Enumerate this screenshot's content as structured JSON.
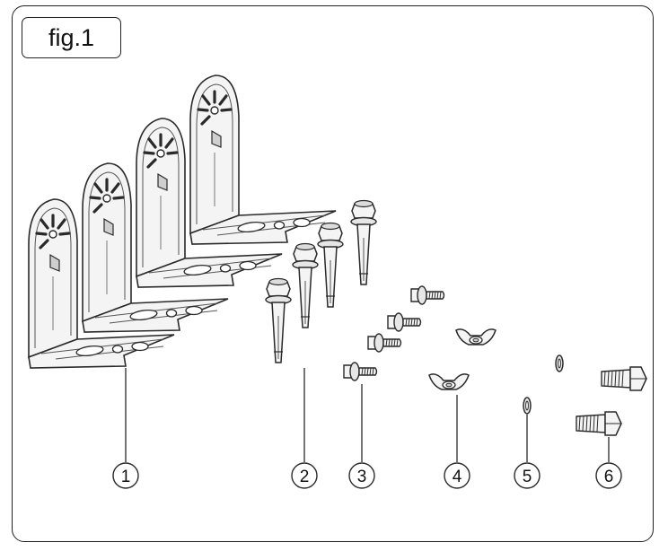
{
  "figure": {
    "label": "fig.1"
  },
  "colors": {
    "line": "#2a2a2a",
    "part_fill": "#f4f4f4",
    "shade": "#cfcfcf"
  },
  "parts": [
    {
      "number": "1",
      "icon": "l-bracket-icon",
      "count": 4
    },
    {
      "number": "2",
      "icon": "expansion-anchor-bolt-icon",
      "count": 4
    },
    {
      "number": "3",
      "icon": "flange-screw-icon",
      "count": 4
    },
    {
      "number": "4",
      "icon": "wing-nut-icon",
      "count": 2
    },
    {
      "number": "5",
      "icon": "washer-icon",
      "count": 2
    },
    {
      "number": "6",
      "icon": "hex-bolt-icon",
      "count": 2
    }
  ]
}
